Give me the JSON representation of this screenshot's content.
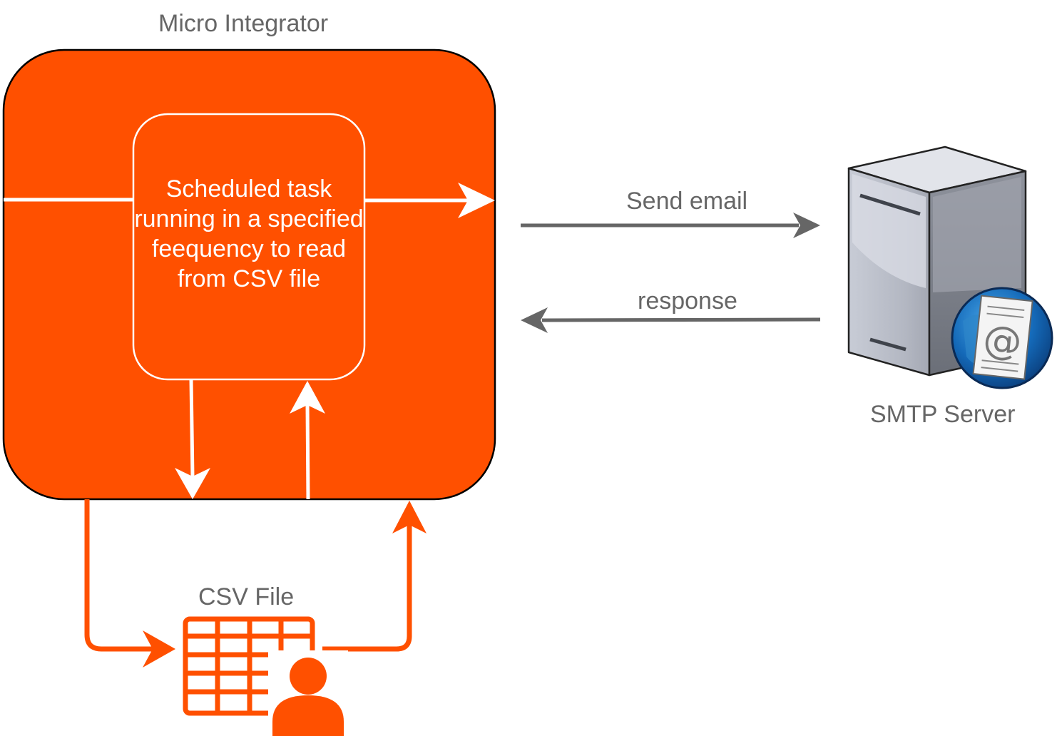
{
  "container": {
    "title": "Micro Integrator"
  },
  "task": {
    "text": "Scheduled task running in a specified feequency to read from CSV file"
  },
  "arrows": {
    "send_label": "Send email",
    "response_label": "response"
  },
  "smtp": {
    "label": "SMTP Server",
    "icon": "mail-server-icon"
  },
  "csv": {
    "label": "CSV File",
    "icon": "csv-file-user-icon"
  },
  "colors": {
    "accent": "#FF5000",
    "text": "#666666",
    "arrow_gray": "#666666",
    "white": "#FFFFFF"
  }
}
